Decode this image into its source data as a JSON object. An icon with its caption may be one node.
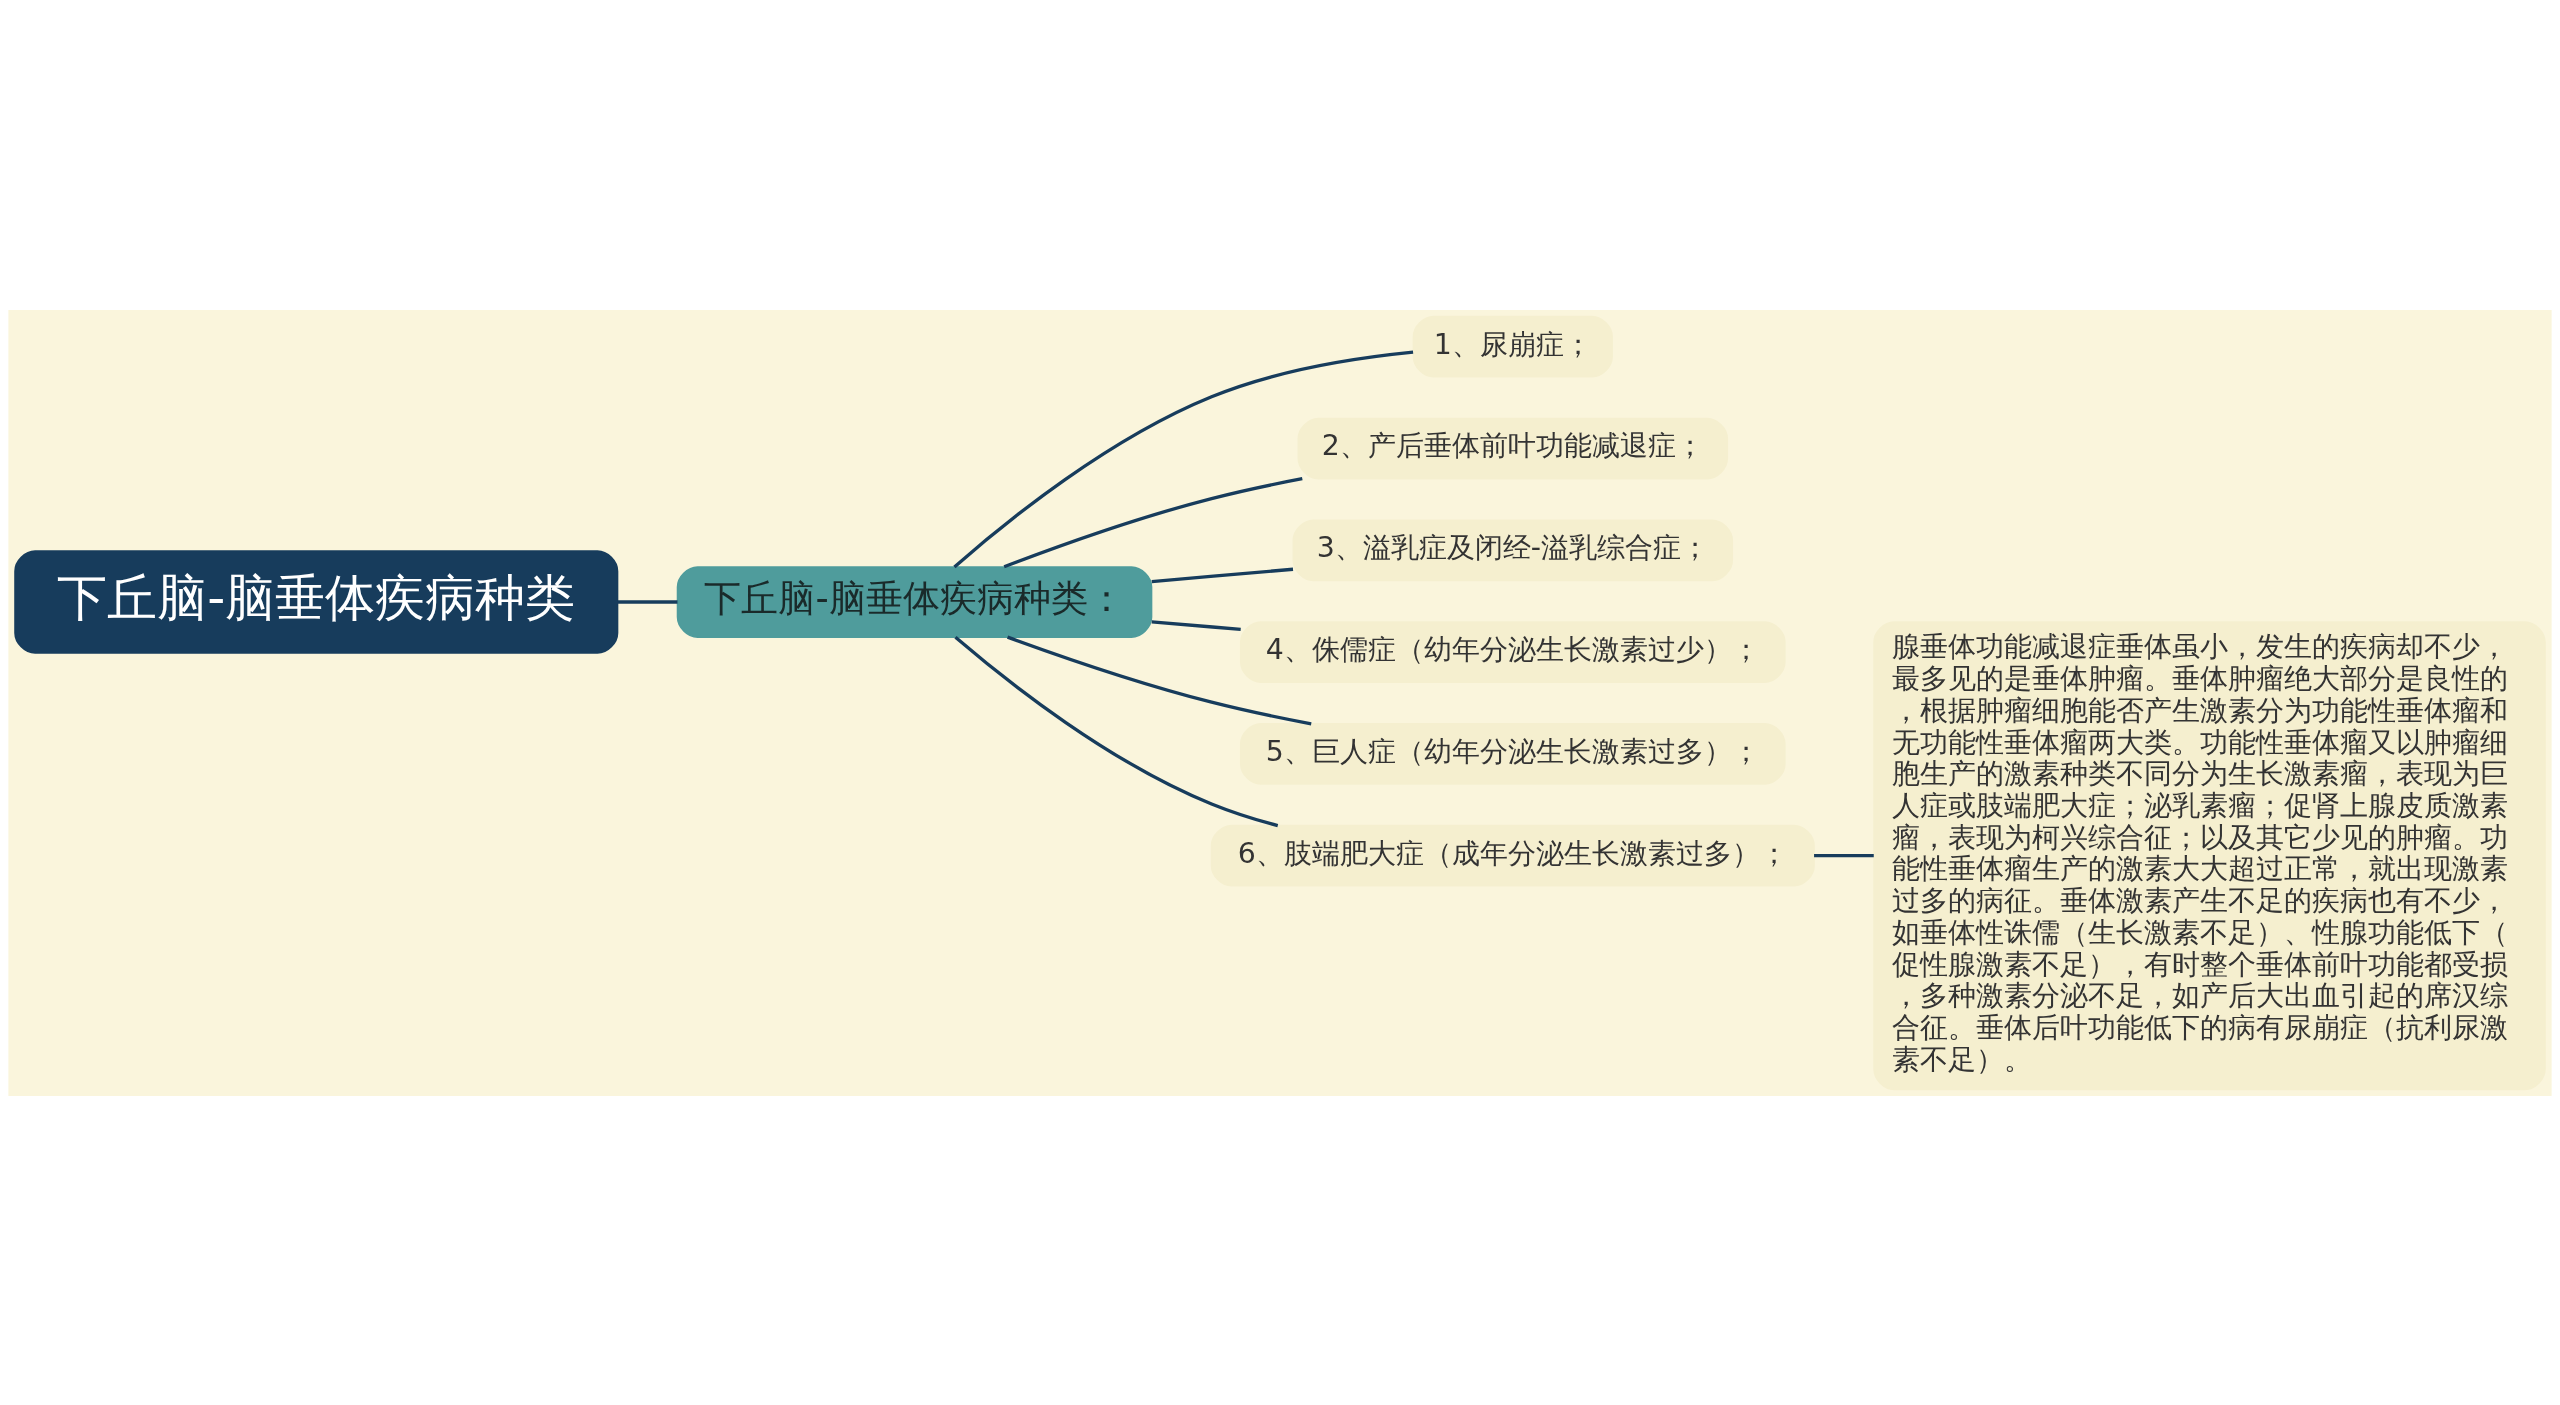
{
  "diagram": {
    "nodes": [
      {
        "text": [
          "下丘脑-脑垂体疾病种类"
        ]
      },
      {
        "text": [
          "下丘脑-脑垂体疾病种类："
        ]
      },
      {
        "text": [
          "1、尿崩症；"
        ]
      },
      {
        "text": [
          "2、产后垂体前叶功能减退症；"
        ]
      },
      {
        "text": [
          "3、溢乳症及闭经-溢乳综合症；"
        ]
      },
      {
        "text": [
          "4、侏儒症（幼年分泌生长激素过少）；"
        ]
      },
      {
        "text": [
          "5、巨人症（幼年分泌生长激素过多）；"
        ]
      },
      {
        "text": [
          "6、肢端肥大症（成年分泌生长激素过多）；"
        ]
      },
      {
        "text": [
          "腺垂体功能减退症垂体虽小，发生的疾病却不少，最多见的是垂体肿瘤。垂体肿瘤绝大部分是良性的，根据肿瘤细胞能否产生激素分为功能性垂体瘤和无功能性垂体瘤两大类。功能性垂体瘤又以肿瘤细胞生产的激素种类不同分为生长激素瘤，表现为巨人症或肢端肥大症；泌乳素瘤；促肾上腺皮质激素瘤，表现为柯兴综合征；以及其它少见的肿瘤。功能性垂体瘤生产的激素大大超过正常，就出现激素过多的病征。垂体激素产生不足的疾病也有不少，如垂体性诛儒（生长激素不足）、性腺功能低下（促性腺激素不足），有时整个垂体前叶功能都受损，多种激素分泌不足，如产后大出血引起的席汉综合征。垂体后叶功能低下的病有尿崩症（抗利尿激素不足）。"
        ]
      }
    ],
    "edges": [
      {
        "from": 0,
        "to": 1,
        "arrow": "none"
      },
      {
        "from": 1,
        "to": 2,
        "arrow": "none"
      },
      {
        "from": 1,
        "to": 3,
        "arrow": "none"
      },
      {
        "from": 1,
        "to": 4,
        "arrow": "none"
      },
      {
        "from": 1,
        "to": 5,
        "arrow": "none"
      },
      {
        "from": 1,
        "to": 6,
        "arrow": "none"
      },
      {
        "from": 1,
        "to": 7,
        "arrow": "none"
      },
      {
        "from": 7,
        "to": 8,
        "arrow": "none"
      }
    ]
  }
}
